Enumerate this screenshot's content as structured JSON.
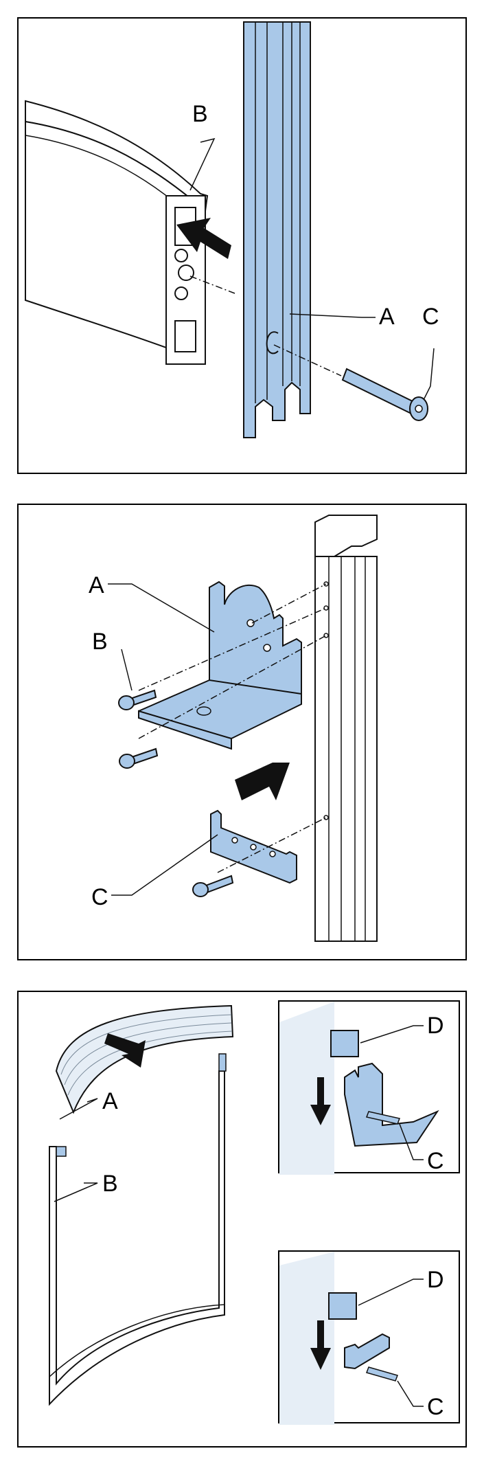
{
  "figure1": {
    "labels": {
      "a": "A",
      "b": "B",
      "c": "C"
    }
  },
  "figure2": {
    "labels": {
      "a": "A",
      "b": "B",
      "c": "C"
    }
  },
  "figure3": {
    "main": {
      "labels": {
        "a": "A",
        "b": "B"
      }
    },
    "detail_top": {
      "labels": {
        "d": "D",
        "c": "C"
      }
    },
    "detail_bottom": {
      "labels": {
        "d": "D",
        "c": "C"
      }
    }
  },
  "colors": {
    "part_blue": "#a9c8e8",
    "outline": "#111111",
    "bg": "#ffffff"
  }
}
